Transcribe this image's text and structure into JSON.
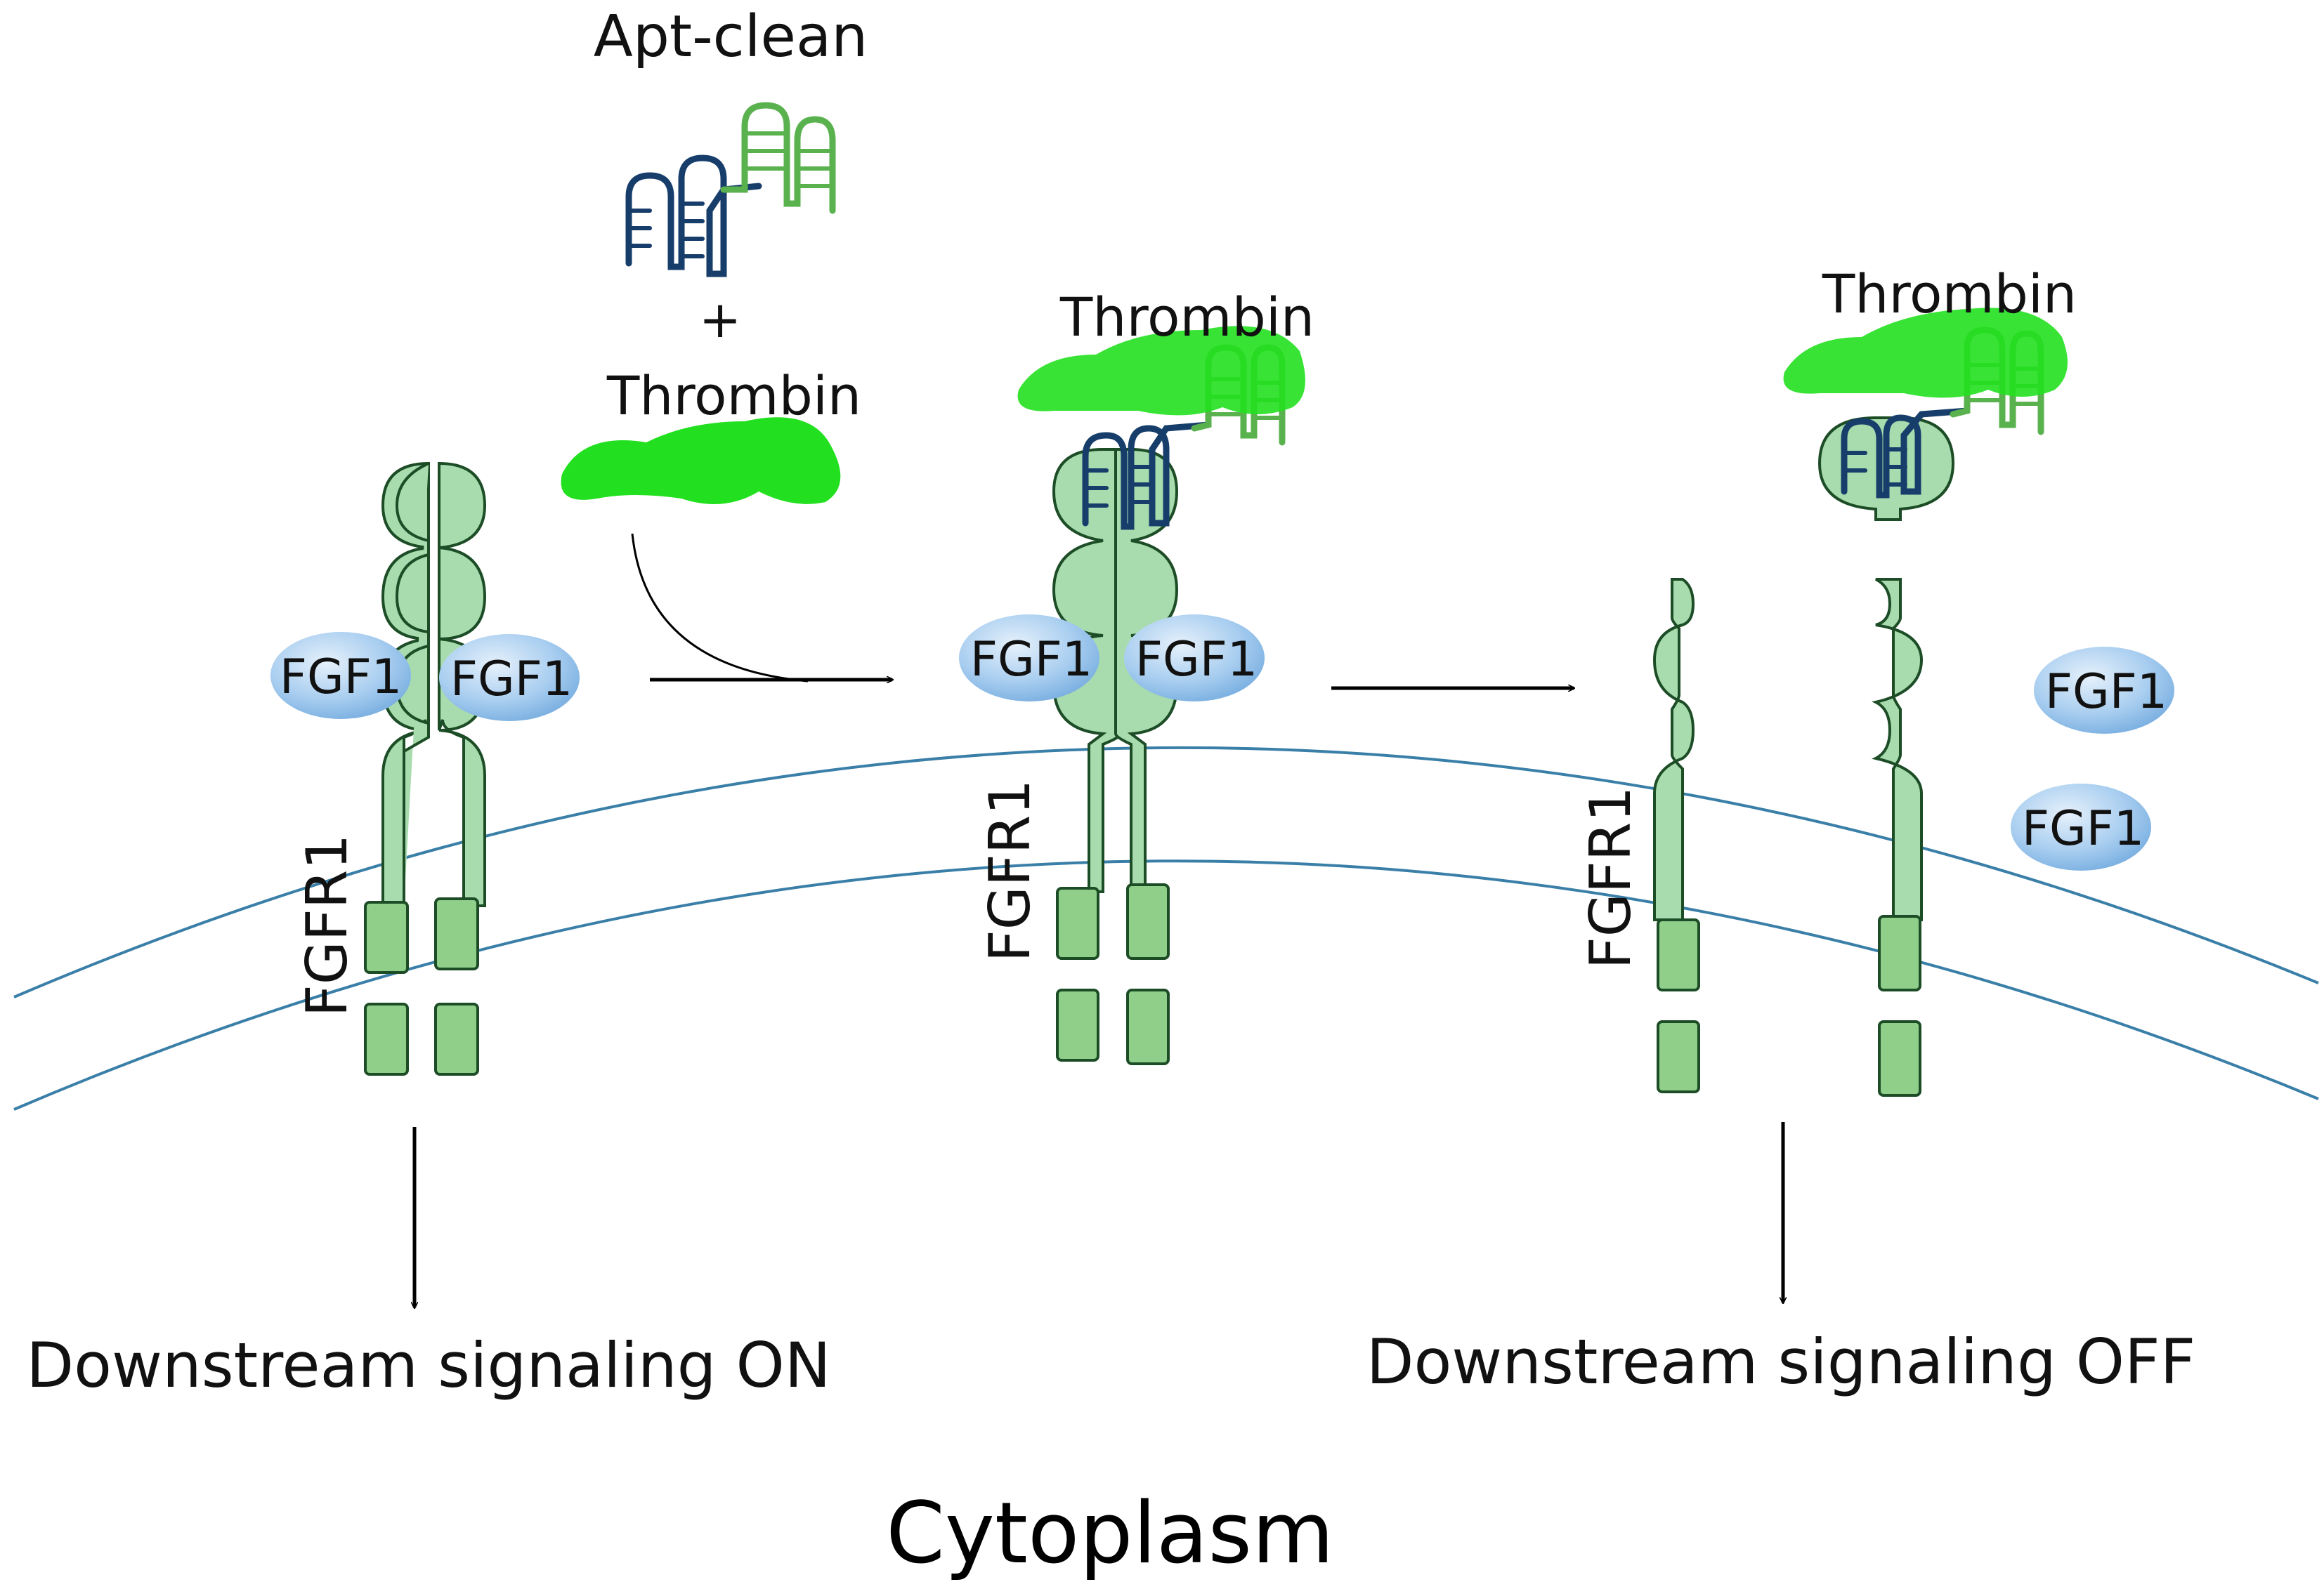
{
  "labels": {
    "apt_clean": "Apt-clean",
    "plus": "+",
    "thrombin_free": "Thrombin",
    "thrombin_bound_mid": "Thrombin",
    "thrombin_bound_right": "Thrombin",
    "receptor": "FGFR1",
    "ligand": "FGF1",
    "signaling_on": "Downstream signaling ON",
    "signaling_off": "Downstream signaling OFF",
    "cytoplasm": "Cytoplasm"
  },
  "colors": {
    "receptor_fill": "#a8dcae",
    "receptor_stroke": "#1d4d26",
    "kinase_fill": "#8fcf8a",
    "thrombin": "#22e01f",
    "fgf1_fill": "#a9cef0",
    "membrane": "#3a7fa8",
    "aptamer_dark": "#173e6b",
    "aptamer_light": "#5ab24e"
  }
}
